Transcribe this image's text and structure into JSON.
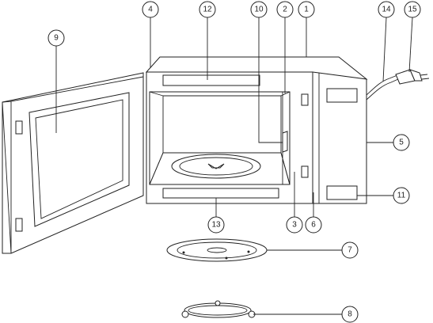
{
  "callouts": {
    "c1": "1",
    "c2": "2",
    "c3": "3",
    "c4": "4",
    "c5": "5",
    "c6": "6",
    "c7": "7",
    "c8": "8",
    "c9": "9",
    "c10": "10",
    "c11": "11",
    "c12": "12",
    "c13": "13",
    "c14": "14",
    "c15": "15"
  },
  "colors": {
    "line": "#222222",
    "background": "#ffffff"
  }
}
